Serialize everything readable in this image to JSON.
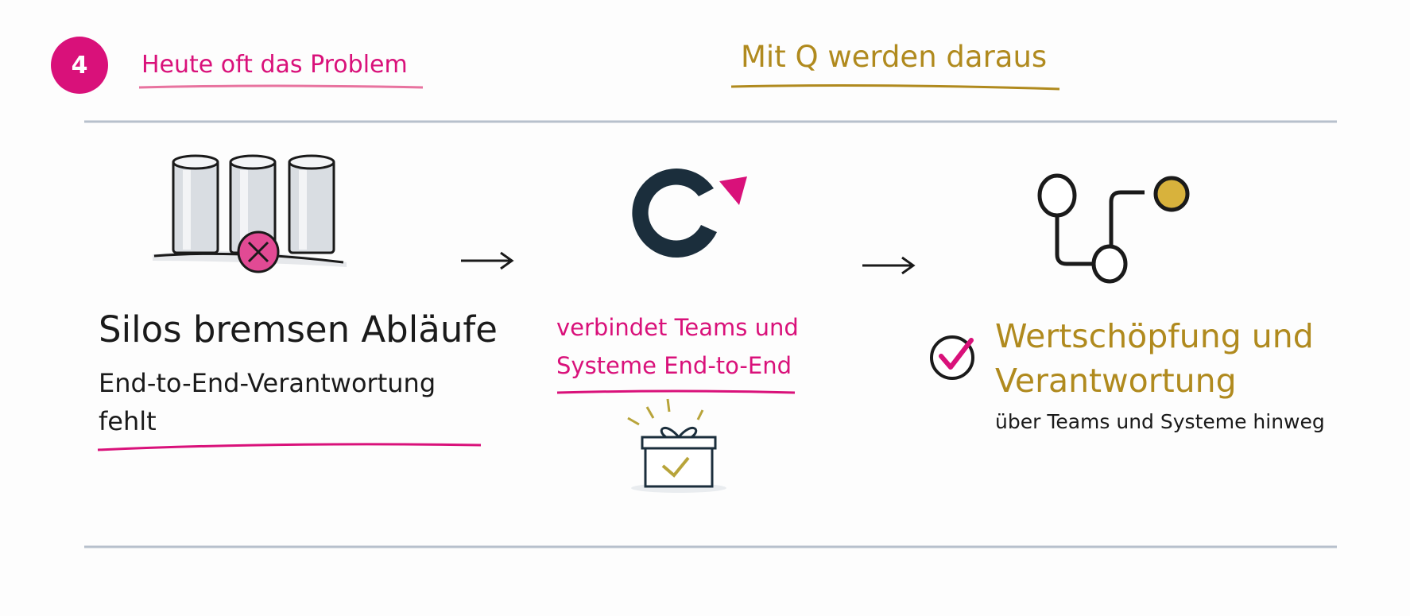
{
  "step": {
    "number": "4"
  },
  "header": {
    "problem_label": "Heute oft das Problem",
    "solution_label": "Mit Q werden daraus"
  },
  "problem": {
    "title": "Silos bremsen Abläufe",
    "subtitle_line1": "End-to-End-Verantwortung",
    "subtitle_line2": "fehlt"
  },
  "bridge": {
    "line1": "verbindet Teams und",
    "line2": "Systeme End-to-End"
  },
  "result": {
    "title_line1": "Wertschöpfung und",
    "title_line2": "Verantwortung",
    "subtitle": "über Teams und Systeme hinweg"
  },
  "colors": {
    "magenta": "#d9117a",
    "gold": "#b08a1e",
    "navy": "#1b2e3c",
    "divider": "#b7c0cc"
  },
  "icons": [
    "silos-icon",
    "blocked-x-icon",
    "arrow-right-icon",
    "q-logo-icon",
    "gift-box-icon",
    "workflow-nodes-icon",
    "checkmark-circle-icon"
  ]
}
